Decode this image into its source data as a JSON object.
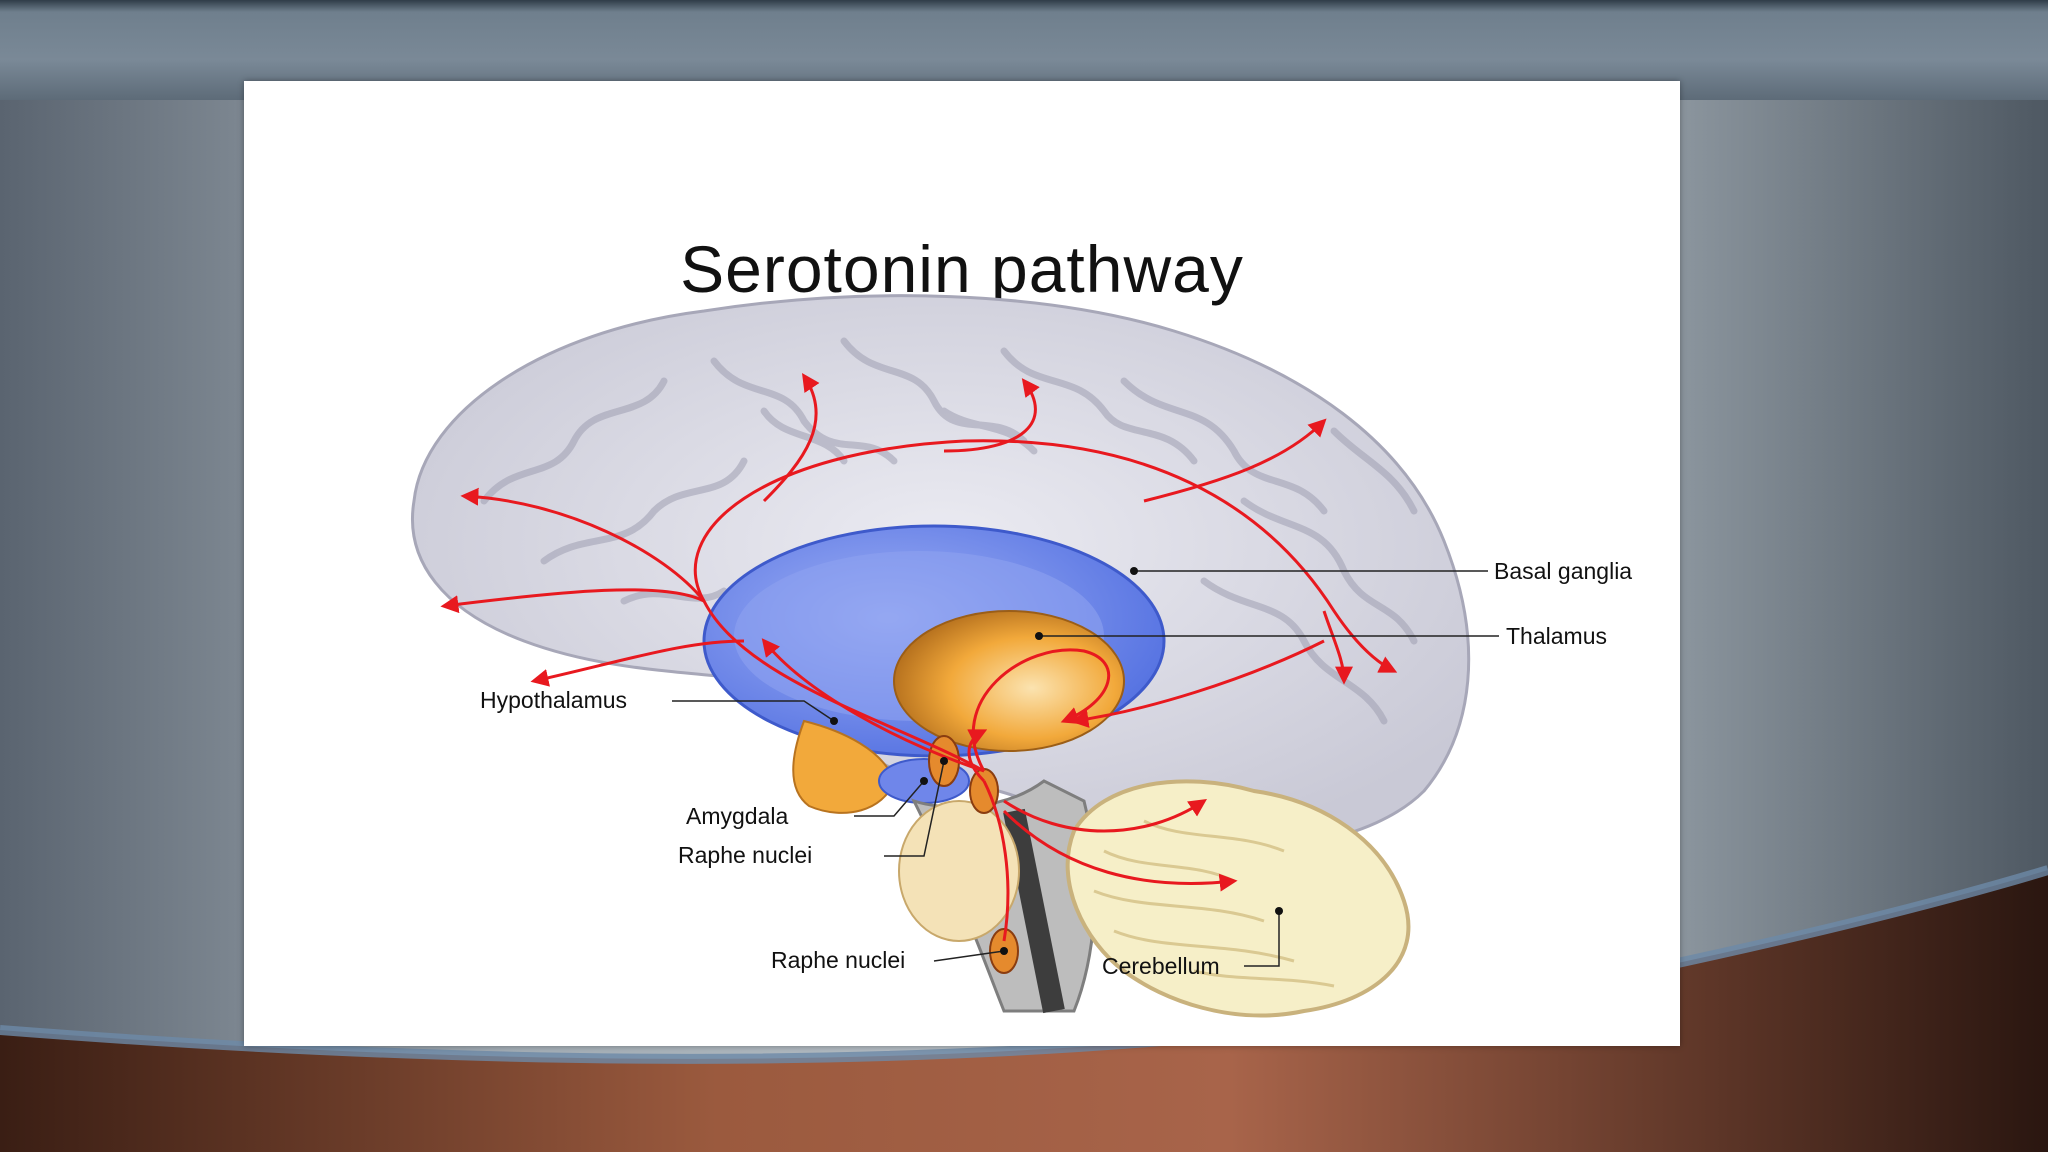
{
  "slide": {
    "title": "Serotonin pathway"
  },
  "labels": {
    "basal_ganglia": "Basal ganglia",
    "thalamus": "Thalamus",
    "hypothalamus": "Hypothalamus",
    "amygdala": "Amygdala",
    "raphe_nuclei_upper": "Raphe nuclei",
    "raphe_nuclei_lower": "Raphe nuclei",
    "cerebellum": "Cerebellum"
  },
  "colors": {
    "pathway": "#e8191f",
    "basal_ganglia": "#5b79e6",
    "thalamus": "#f2a93b",
    "cerebrum": "#d9d9e4",
    "cerebellum": "#f6efc8"
  }
}
